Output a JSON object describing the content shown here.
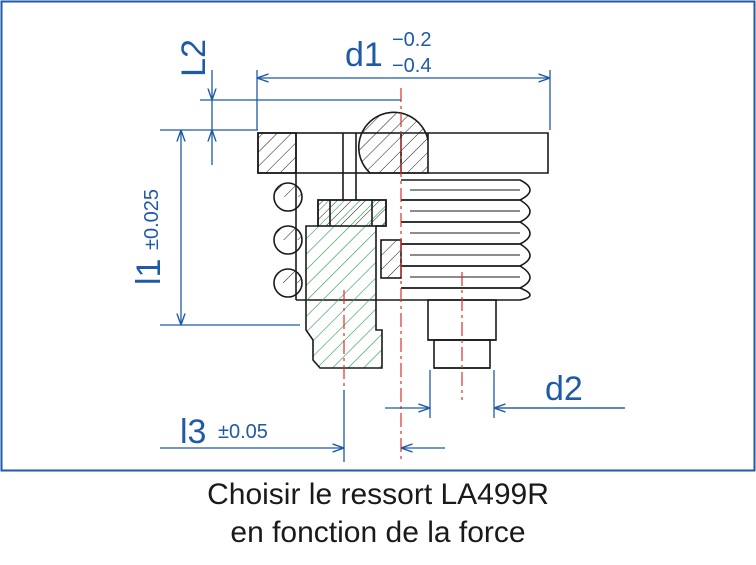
{
  "dimensions": {
    "l2": "L2",
    "d1": "d1",
    "d1_upper_tol": "−0.2",
    "d1_lower_tol": "−0.4",
    "l1": "l1",
    "l1_tol": "±0.025",
    "d2": "d2",
    "l3": "l3",
    "l3_tol": "±0.05"
  },
  "caption": {
    "line1": "Choisir le ressort LA499R",
    "line2": "en fonction de la force"
  },
  "colors": {
    "frame": "#1f5aa8",
    "dimension": "#1f5aa8",
    "outline": "#1a1a1a",
    "centerline": "#e0302a",
    "screw_hatch": "#2d9c4a"
  }
}
